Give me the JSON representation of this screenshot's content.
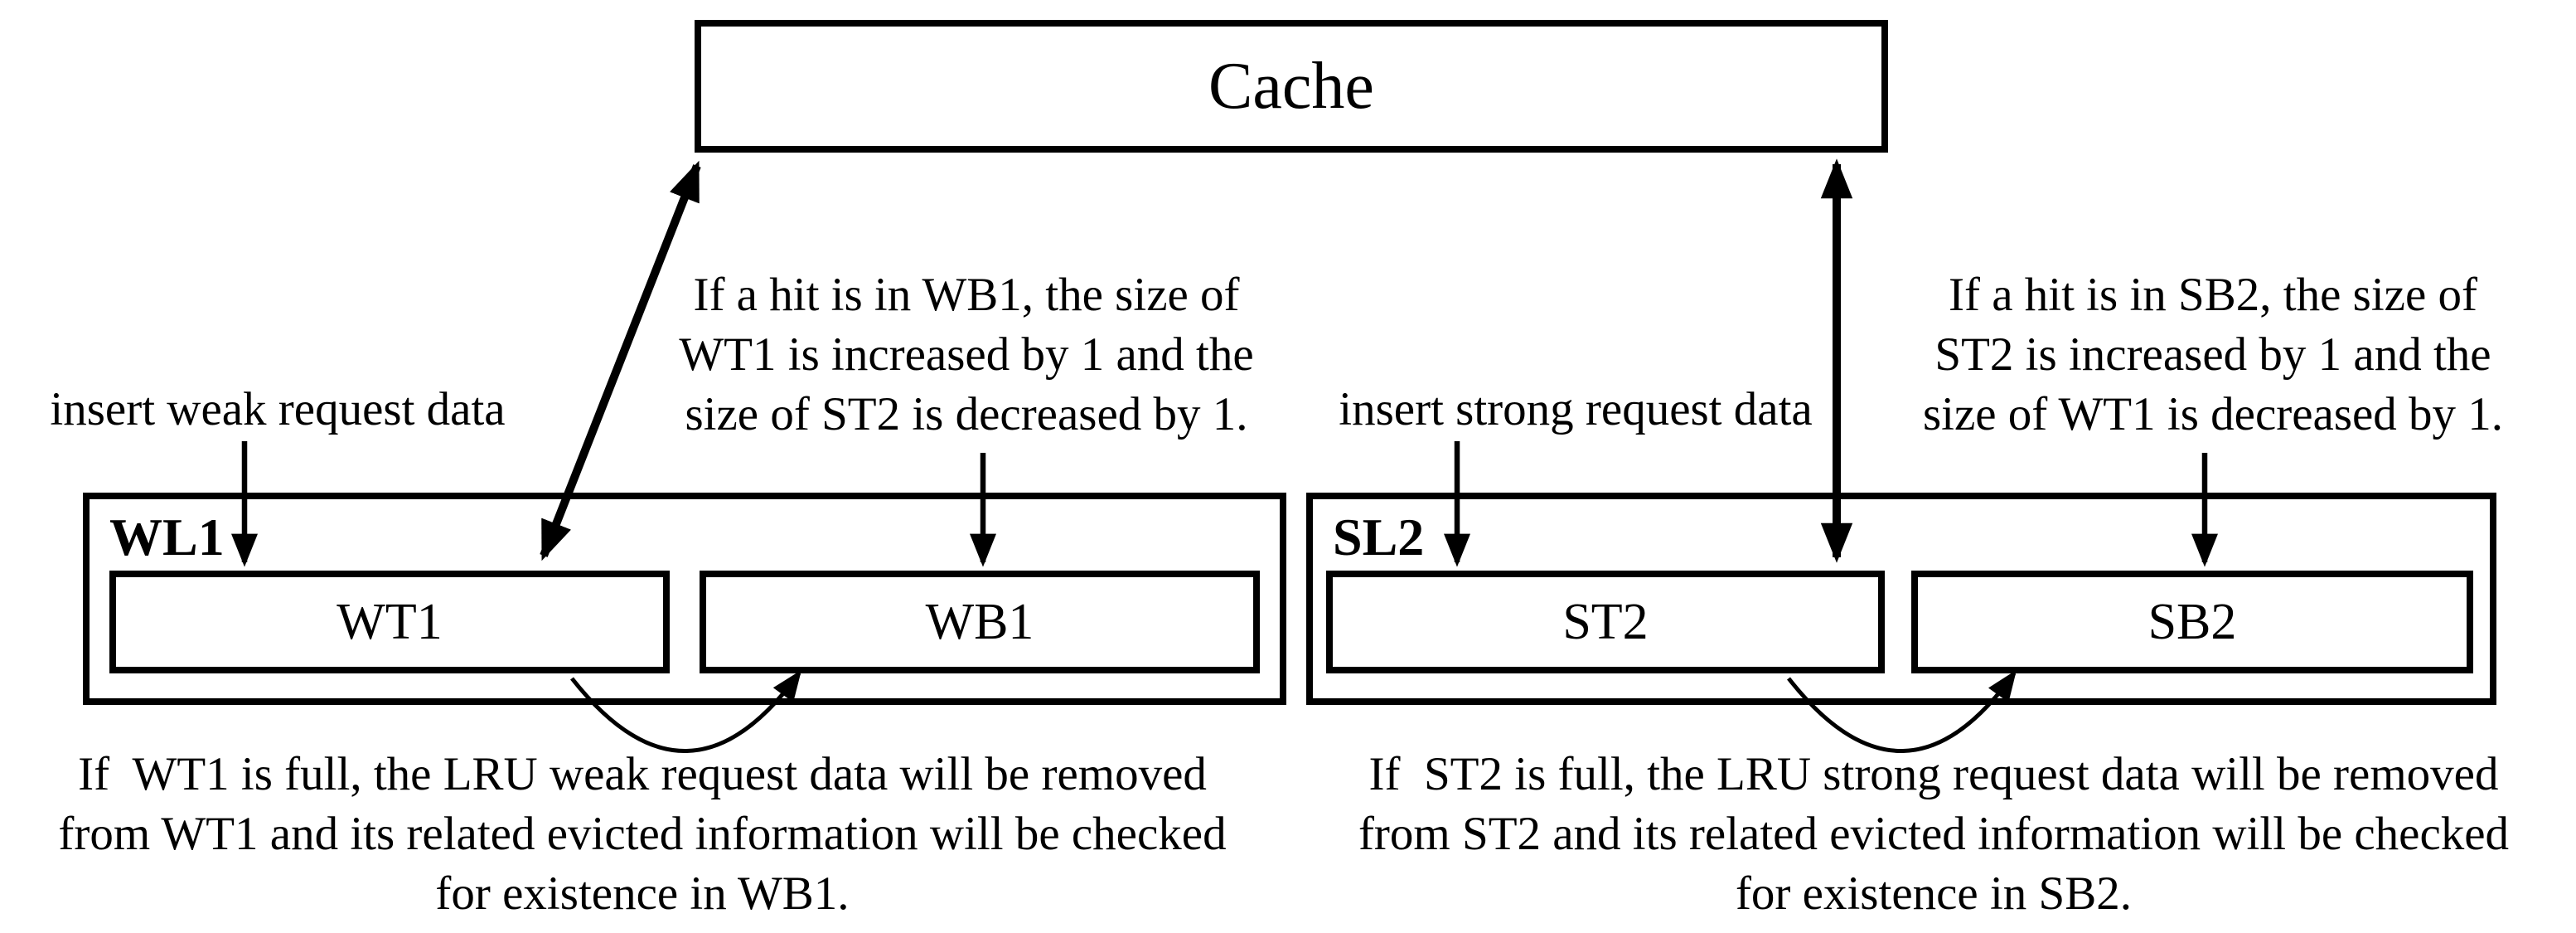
{
  "colors": {
    "ink": "#000000",
    "paper": "#ffffff"
  },
  "cache": {
    "label": "Cache"
  },
  "wl1": {
    "label": "WL1",
    "boxes": {
      "wt1": "WT1",
      "wb1": "WB1"
    }
  },
  "sl2": {
    "label": "SL2",
    "boxes": {
      "st2": "ST2",
      "sb2": "SB2"
    }
  },
  "annotations": {
    "insert_weak": "insert weak request data",
    "insert_strong": "insert strong request data",
    "hit_wb1": {
      "lines": [
        "If a hit is in WB1, the size of",
        "WT1 is increased by 1 and the",
        "size of ST2 is decreased by 1."
      ]
    },
    "hit_sb2": {
      "lines": [
        "If a hit is in SB2, the size of",
        "ST2 is increased by 1 and the",
        "size of WT1 is decreased by 1."
      ]
    },
    "evict_wt1": {
      "lines": [
        "If  WT1 is full, the LRU weak request data will be removed",
        "from WT1 and its related evicted information will be checked",
        "for existence in WB1."
      ]
    },
    "evict_st2": {
      "lines": [
        "If  ST2 is full, the LRU strong request data will be removed",
        "from ST2 and its related evicted information will be checked",
        "for existence in SB2."
      ]
    }
  }
}
